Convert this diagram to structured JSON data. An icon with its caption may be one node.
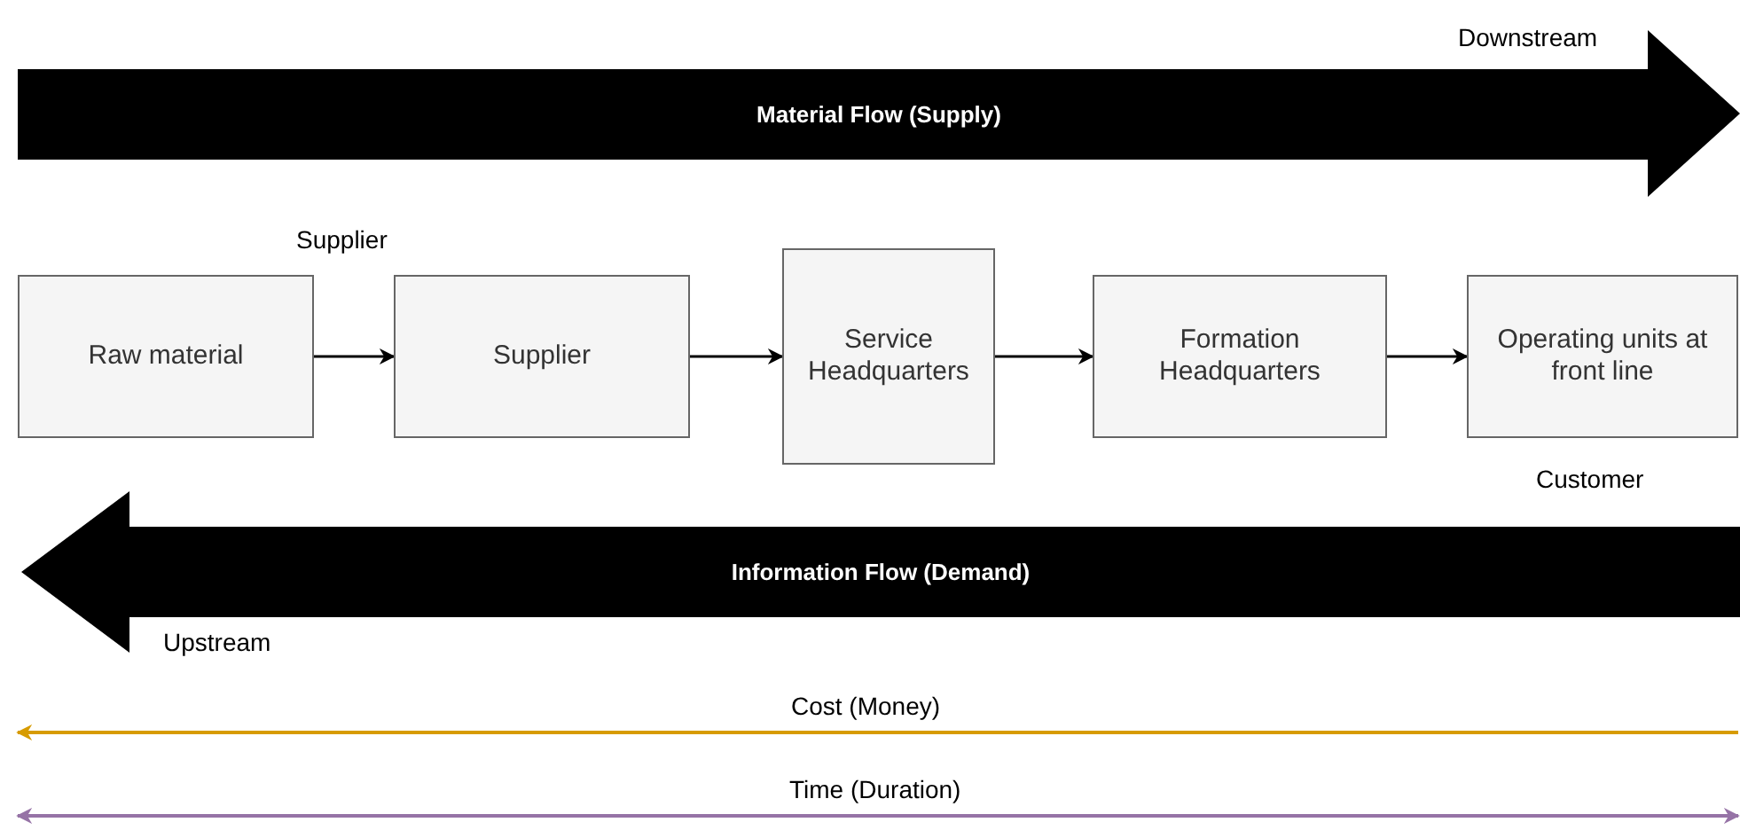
{
  "diagram": {
    "nodes": [
      {
        "text": [
          "Material Flow (Supply)"
        ]
      },
      {
        "text": [
          "Raw material"
        ]
      },
      {
        "text": [
          "Supplier"
        ]
      },
      {
        "text": [
          "Service Headquarters"
        ]
      },
      {
        "text": [
          "Formation Headquarters"
        ]
      },
      {
        "text": [
          "Operating units at front line"
        ]
      },
      {
        "text": [
          "Information Flow (Demand)"
        ]
      }
    ],
    "edges": [
      {
        "from": 1,
        "to": 2,
        "arrow": "to"
      },
      {
        "from": 2,
        "to": 3,
        "arrow": "to"
      },
      {
        "from": 3,
        "to": 4,
        "arrow": "to"
      },
      {
        "from": 4,
        "to": 5,
        "arrow": "to"
      }
    ],
    "labels": [
      "Downstream",
      "Supplier",
      "Customer",
      "Upstream",
      "Cost (Money)",
      "Time (Duration)"
    ]
  }
}
